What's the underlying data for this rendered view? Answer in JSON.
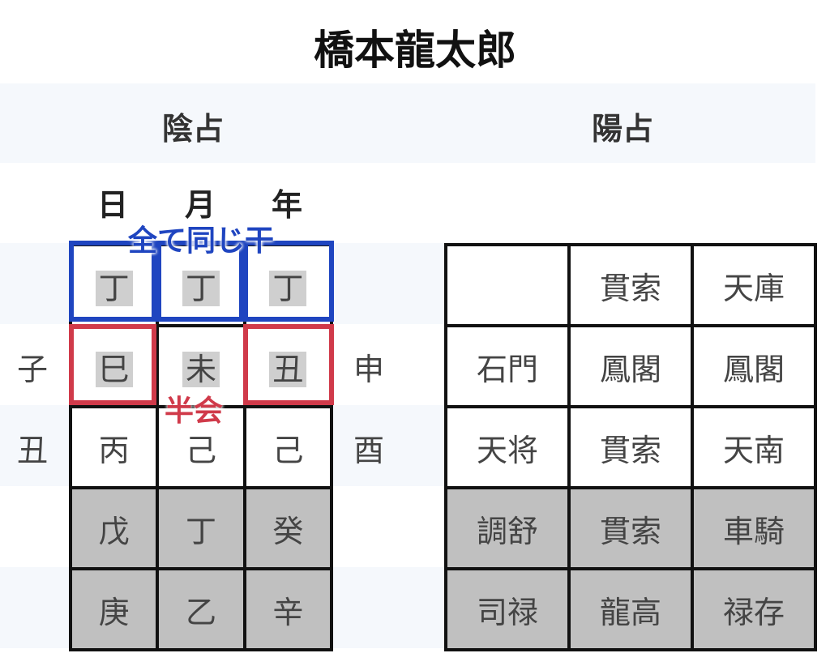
{
  "title": "橋本龍太郎",
  "sections": {
    "inner": "陰占",
    "outer": "陽占"
  },
  "columns": [
    "日",
    "月",
    "年"
  ],
  "inner": {
    "rows": [
      [
        "丁",
        "丁",
        "丁"
      ],
      [
        "巳",
        "未",
        "丑"
      ],
      [
        "丙",
        "己",
        "己"
      ],
      [
        "戊",
        "丁",
        "癸"
      ],
      [
        "庚",
        "乙",
        "辛"
      ]
    ],
    "left_side": [
      "子",
      "丑"
    ],
    "right_side": [
      "申",
      "酉"
    ]
  },
  "annotations": {
    "same_stem": "全て同じ干",
    "half_union": "半会",
    "colors": {
      "blue": "#1f45c0",
      "red": "#d03a4a"
    }
  },
  "outer": {
    "rows": [
      [
        "",
        "貫索",
        "天庫"
      ],
      [
        "石門",
        "鳳閣",
        "鳳閣"
      ],
      [
        "天将",
        "貫索",
        "天南"
      ],
      [
        "調舒",
        "貫索",
        "車騎"
      ],
      [
        "司禄",
        "龍高",
        "禄存"
      ]
    ]
  }
}
